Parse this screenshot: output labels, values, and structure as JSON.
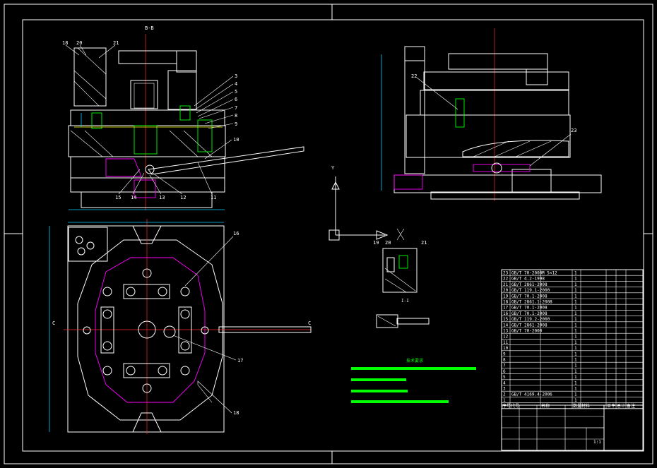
{
  "sheet": {
    "section_label_top": "B-B",
    "section_label_detail": "I-I",
    "view_label_c_left": "C",
    "view_label_c_right": "C",
    "axis_y_label": "Y"
  },
  "front_view_callouts": [
    "18",
    "20",
    "21",
    "3",
    "4",
    "5",
    "6",
    "7",
    "8",
    "9",
    "10",
    "15",
    "14",
    "13",
    "12",
    "11"
  ],
  "side_view_callouts": [
    "22",
    "23"
  ],
  "top_view_callouts": [
    "16",
    "17",
    "18"
  ],
  "detail_callouts": [
    "19",
    "20",
    "21"
  ],
  "tech_requirements": {
    "title": "技术要求",
    "line_count": 4
  },
  "bom": {
    "rows": [
      {
        "no": "23",
        "std": "GB/T 70-2000",
        "name": "M 5×12",
        "qty": "1"
      },
      {
        "no": "22",
        "std": "GB/T 4.2-1998",
        "name": "",
        "qty": "1"
      },
      {
        "no": "21",
        "std": "GB/T 2861-2008",
        "name": "",
        "qty": "1"
      },
      {
        "no": "20",
        "std": "GB/T 119.1-2000",
        "name": "",
        "qty": "1"
      },
      {
        "no": "19",
        "std": "GB/T 70.1-2008",
        "name": "",
        "qty": "1"
      },
      {
        "no": "18",
        "std": "GB/T 2861.1-2008",
        "name": "",
        "qty": "1"
      },
      {
        "no": "17",
        "std": "GB/T 70.1-2008",
        "name": "",
        "qty": "1"
      },
      {
        "no": "16",
        "std": "GB/T 70.1-2008",
        "name": "",
        "qty": "1"
      },
      {
        "no": "15",
        "std": "GB/T 119.2-2000",
        "name": "",
        "qty": "1"
      },
      {
        "no": "14",
        "std": "GB/T 2861-2008",
        "name": "",
        "qty": "1"
      },
      {
        "no": "13",
        "std": "GB/T 70-2000",
        "name": "",
        "qty": "1"
      },
      {
        "no": "12",
        "std": "",
        "name": "",
        "qty": "1"
      },
      {
        "no": "11",
        "std": "",
        "name": "",
        "qty": "1"
      },
      {
        "no": "10",
        "std": "",
        "name": "",
        "qty": "1"
      },
      {
        "no": "9",
        "std": "",
        "name": "",
        "qty": "1"
      },
      {
        "no": "8",
        "std": "",
        "name": "",
        "qty": "1"
      },
      {
        "no": "7",
        "std": "",
        "name": "",
        "qty": "1"
      },
      {
        "no": "6",
        "std": "",
        "name": "",
        "qty": "1"
      },
      {
        "no": "5",
        "std": "",
        "name": "",
        "qty": "1"
      },
      {
        "no": "4",
        "std": "",
        "name": "",
        "qty": "1"
      },
      {
        "no": "3",
        "std": "",
        "name": "",
        "qty": "1"
      },
      {
        "no": "2",
        "std": "GB/T 4169.4-2006",
        "name": "",
        "qty": "1"
      },
      {
        "no": "1",
        "std": "",
        "name": "",
        "qty": "1"
      }
    ],
    "header": [
      "序号",
      "代号",
      "名称",
      "数量",
      "材料",
      "单件",
      "总计",
      "备注"
    ]
  },
  "title_block": {
    "drawing_name": "",
    "scale": "1:1"
  },
  "colors": {
    "background": "#000000",
    "line": "#ffffff",
    "center": "#ff2a2a",
    "hidden": "#ff00ff",
    "part": "#00ff00",
    "dim": "#00d0ff"
  }
}
